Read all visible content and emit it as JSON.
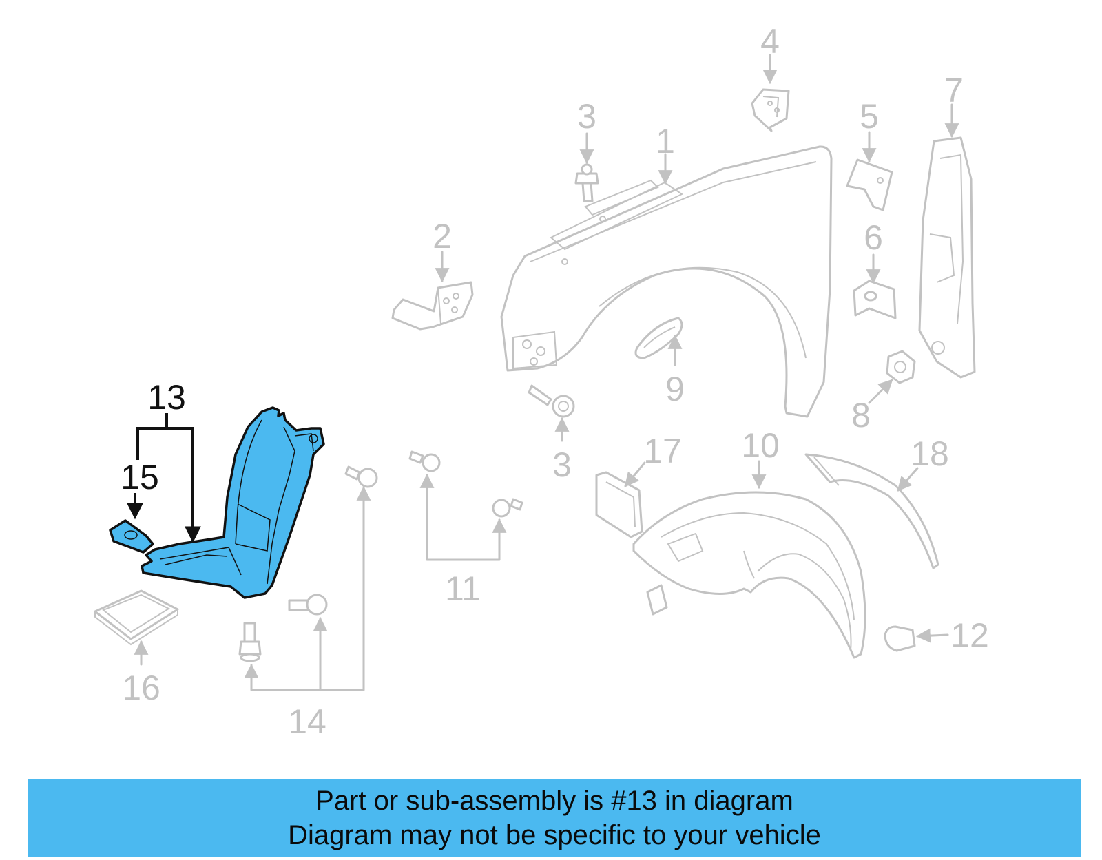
{
  "labels": {
    "part_1": "1",
    "part_2": "2",
    "part_3a": "3",
    "part_3b": "3",
    "part_4": "4",
    "part_5": "5",
    "part_6": "6",
    "part_7": "7",
    "part_8": "8",
    "part_9": "9",
    "part_10": "10",
    "part_11": "11",
    "part_12": "12",
    "part_13": "13",
    "part_14": "14",
    "part_15": "15",
    "part_16": "16",
    "part_17": "17",
    "part_18": "18"
  },
  "highlighted_parts": [
    "13",
    "15"
  ],
  "colors": {
    "highlight": "#4bb9f0",
    "muted": "#c2c2c2",
    "ink": "#111111",
    "banner": "#4bb9f0"
  },
  "banner": {
    "line1": "Part or sub-assembly is #13 in diagram",
    "line2": "Diagram may not be specific to your vehicle"
  }
}
